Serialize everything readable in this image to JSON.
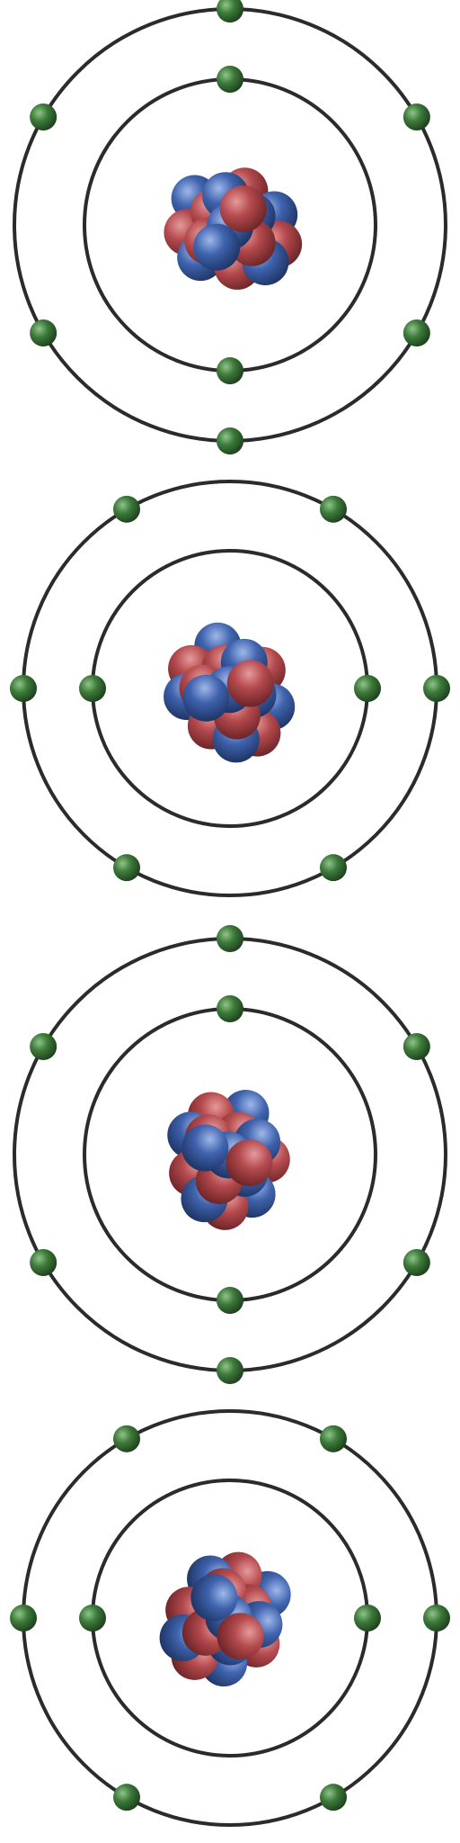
{
  "colors": {
    "background": "#ffffff",
    "orbit": "#2b2b2b",
    "electron": "#3d7a3a",
    "proton": "#b44a4e",
    "neutron": "#3f63ad"
  },
  "atoms": [
    {
      "inner_electrons": 2,
      "outer_electrons": 6,
      "nucleus": {
        "protons": 8,
        "neutrons": 8
      }
    },
    {
      "inner_electrons": 2,
      "outer_electrons": 6,
      "nucleus": {
        "protons": 8,
        "neutrons": 8
      }
    },
    {
      "inner_electrons": 2,
      "outer_electrons": 6,
      "nucleus": {
        "protons": 8,
        "neutrons": 8
      }
    },
    {
      "inner_electrons": 2,
      "outer_electrons": 6,
      "nucleus": {
        "protons": 8,
        "neutrons": 8
      }
    }
  ]
}
